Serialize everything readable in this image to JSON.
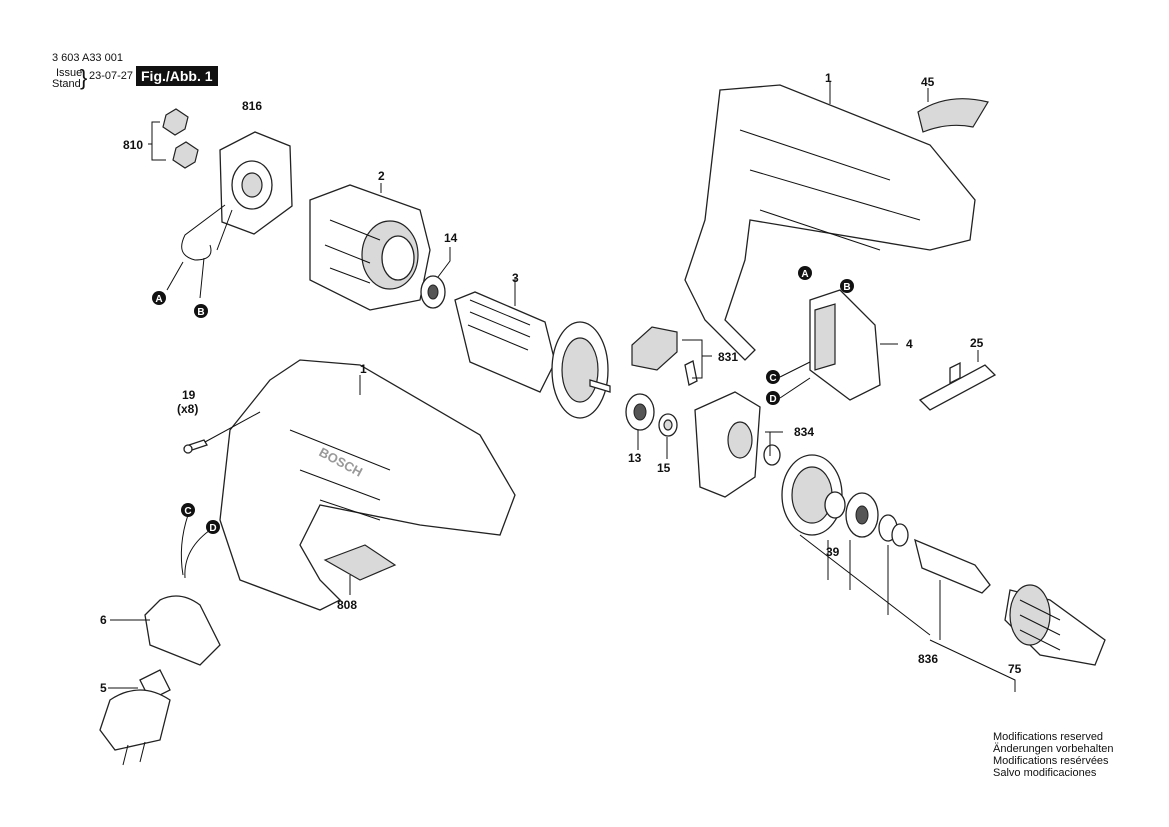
{
  "header": {
    "doc_number": "3 603 A33 001",
    "issue_label": "Issue",
    "stand_label": "Stand",
    "date": "23-07-27",
    "figure_label": "Fig./Abb. 1"
  },
  "labels": {
    "l816": "816",
    "l810": "810",
    "l2": "2",
    "l14": "14",
    "l3": "3",
    "l1_top": "1",
    "l45": "45",
    "l4": "4",
    "l831": "831",
    "l25": "25",
    "l1_mid": "1",
    "l19": "19",
    "lx8": "(x8)",
    "l834": "834",
    "l13": "13",
    "l15": "15",
    "l39": "39",
    "l808": "808",
    "l6": "6",
    "l5": "5",
    "l836": "836",
    "l75": "75"
  },
  "markers": {
    "A1": "A",
    "B1": "B",
    "A2": "A",
    "B2": "B",
    "C1": "C",
    "D1": "D",
    "C2": "C",
    "D2": "D"
  },
  "brand": {
    "logo_text": "BOSCH"
  },
  "notes": [
    "Modifications reserved",
    "Änderungen vorbehalten",
    "Modifications resérvées",
    "Salvo modificaciones"
  ]
}
